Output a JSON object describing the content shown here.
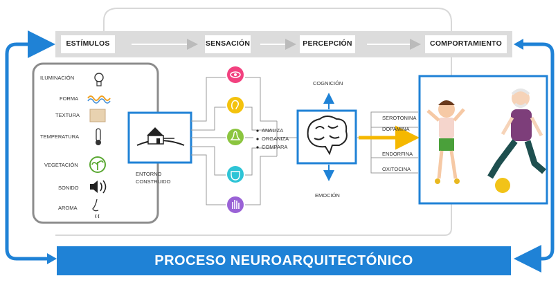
{
  "stages": [
    "ESTÍMULOS",
    "SENSACIÓN",
    "PERCEPCIÓN",
    "COMPORTAMIENTO"
  ],
  "stimuli": [
    {
      "label": "ILUMINACIÓN",
      "icon": "light-bulb-icon"
    },
    {
      "label": "FORMA",
      "icon": "wave-icon"
    },
    {
      "label": "TEXTURA",
      "icon": "texture-icon"
    },
    {
      "label": "TEMPERATURA",
      "icon": "thermometer-icon"
    },
    {
      "label": "VEGETACIÓN",
      "icon": "plant-icon"
    },
    {
      "label": "SONIDO",
      "icon": "speaker-icon"
    },
    {
      "label": "AROMA",
      "icon": "nose-icon"
    }
  ],
  "environment_label": "ENTORNO CONSTRUIDO",
  "senses": [
    {
      "icon": "eye-icon",
      "color": "#f2417f"
    },
    {
      "icon": "ear-icon",
      "color": "#f4c20d"
    },
    {
      "icon": "bell-icon",
      "color": "#8bc53f"
    },
    {
      "icon": "tongue-icon",
      "color": "#2ec4d6"
    },
    {
      "icon": "hand-icon",
      "color": "#9a62d6"
    }
  ],
  "processes": [
    "ANALIZA",
    "ORGANIZA",
    "COMPARA"
  ],
  "brain_outputs": {
    "up": "COGNICIÓN",
    "down": "EMOCIÓN"
  },
  "hormones": [
    "SEROTONINA",
    "DOPAMINA",
    "ENDORFINA",
    "OXITOCINA"
  ],
  "banner": "PROCESO NEUROARQUITECTÓNICO",
  "colors": {
    "blue": "#1f82d6",
    "gray": "#8c8c8c",
    "arrow_yellow": "#f5b800"
  }
}
